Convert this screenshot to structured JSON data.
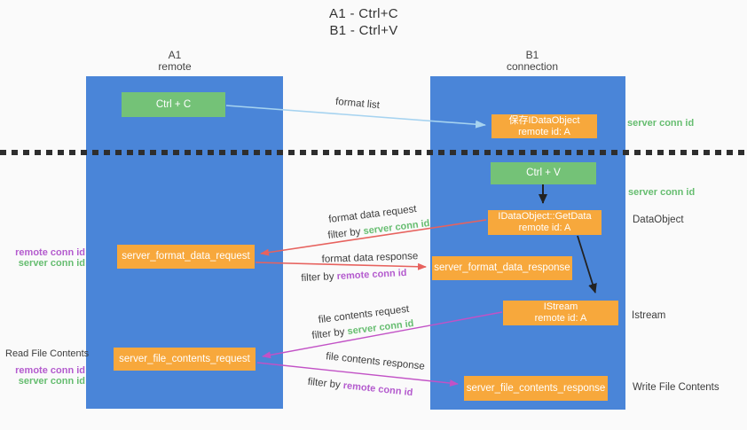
{
  "title": {
    "line1": "A1 - Ctrl+C",
    "line2": "B1 - Ctrl+V"
  },
  "column_a": {
    "name": "A1",
    "subtitle": "remote"
  },
  "column_b": {
    "name": "B1",
    "subtitle": "connection"
  },
  "boxes": {
    "ctrl_c": {
      "label": "Ctrl + C"
    },
    "save_dataobject": {
      "line1": "保存IDataObject",
      "line2": "remote id: A"
    },
    "ctrl_v": {
      "label": "Ctrl + V"
    },
    "getdata": {
      "line1": "IDataObject::GetData",
      "line2": "remote id: A"
    },
    "format_request": {
      "label": "server_format_data_request"
    },
    "format_response": {
      "label": "server_format_data_response"
    },
    "istream": {
      "line1": "IStream",
      "line2": "remote id: A"
    },
    "file_request": {
      "label": "server_file_contents_request"
    },
    "file_response": {
      "label": "server_file_contents_response"
    }
  },
  "right_labels": {
    "server_conn_id_top": "server conn id",
    "server_conn_id_mid": "server conn id",
    "dataobject": "DataObject",
    "istream": "Istream",
    "write_file": "Write File Contents"
  },
  "left_labels": {
    "remote_conn_id_1": "remote conn id",
    "server_conn_id_1": "server conn id",
    "read_file": "Read File Contents",
    "remote_conn_id_2": "remote conn id",
    "server_conn_id_2": "server conn id"
  },
  "flow_labels": {
    "format_list": "format list",
    "format_data_request": "format data request",
    "format_data_response": "format data response",
    "file_contents_request": "file contents request",
    "file_contents_response": "file contents response",
    "filter_by": "filter by",
    "server_conn_id": "server conn id",
    "remote_conn_id": "remote conn id"
  },
  "colors": {
    "background": "#fafafa",
    "lifeline_blue": "#4a85d8",
    "box_green": "#74c277",
    "box_orange": "#f7a83c",
    "arrow_lightblue": "#a6d3f0",
    "arrow_red": "#e7625e",
    "arrow_magenta": "#c252c6",
    "arrow_black": "#222222",
    "text_green": "#66bd70",
    "text_purple": "#b45bce",
    "text_dark": "#3c3c3c"
  }
}
